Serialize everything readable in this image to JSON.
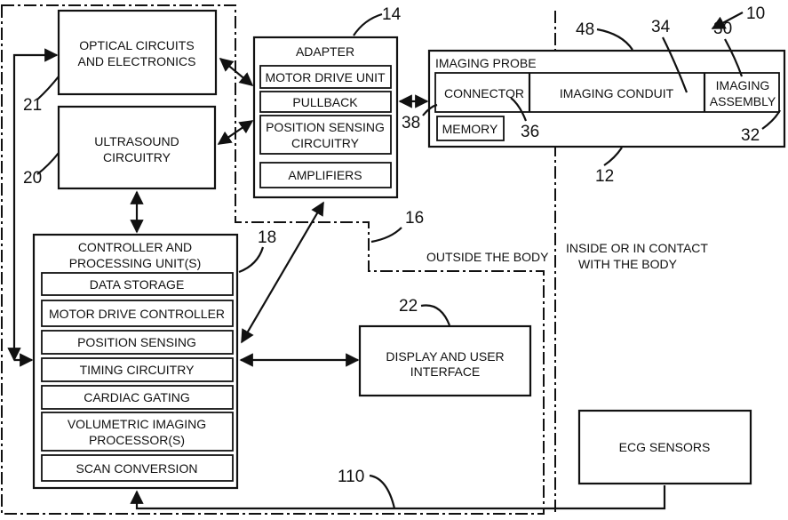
{
  "figure_number": "10",
  "blocks": {
    "optical": {
      "line1": "OPTICAL CIRCUITS",
      "line2": "AND ELECTRONICS",
      "ref": "21"
    },
    "ultrasound": {
      "line1": "ULTRASOUND",
      "line2": "CIRCUITRY",
      "ref": "20"
    },
    "adapter": {
      "title": "ADAPTER",
      "ref": "14",
      "items": [
        "MOTOR DRIVE UNIT",
        "PULLBACK",
        "POSITION SENSING",
        "CIRCUITRY",
        "AMPLIFIERS"
      ]
    },
    "probe": {
      "title": "IMAGING PROBE",
      "connector": "CONNECTOR",
      "conduit": "IMAGING CONDUIT",
      "assembly_line1": "IMAGING",
      "assembly_line2": "ASSEMBLY",
      "memory": "MEMORY",
      "ref_probe": "12",
      "ref_conduit": "34",
      "ref_assembly": "30",
      "ref_assembly_tip": "32",
      "ref_memory": "36",
      "ref_connector": "38",
      "ref_housing": "48"
    },
    "controller": {
      "title_line1": "CONTROLLER AND",
      "title_line2": "PROCESSING UNIT(S)",
      "ref": "18",
      "items": [
        "DATA STORAGE",
        "MOTOR DRIVE CONTROLLER",
        "POSITION SENSING",
        "TIMING CIRCUITRY",
        "CARDIAC GATING",
        "VOLUMETRIC IMAGING",
        "PROCESSOR(S)",
        "SCAN CONVERSION"
      ]
    },
    "display": {
      "line1": "DISPLAY AND USER",
      "line2": "INTERFACE",
      "ref": "22"
    },
    "ecg": {
      "label": "ECG SENSORS",
      "ref": "110"
    }
  },
  "regions": {
    "outside": "OUTSIDE THE BODY",
    "outside_ref": "16",
    "inside_line1": "INSIDE OR IN CONTACT",
    "inside_line2": "WITH THE BODY"
  }
}
